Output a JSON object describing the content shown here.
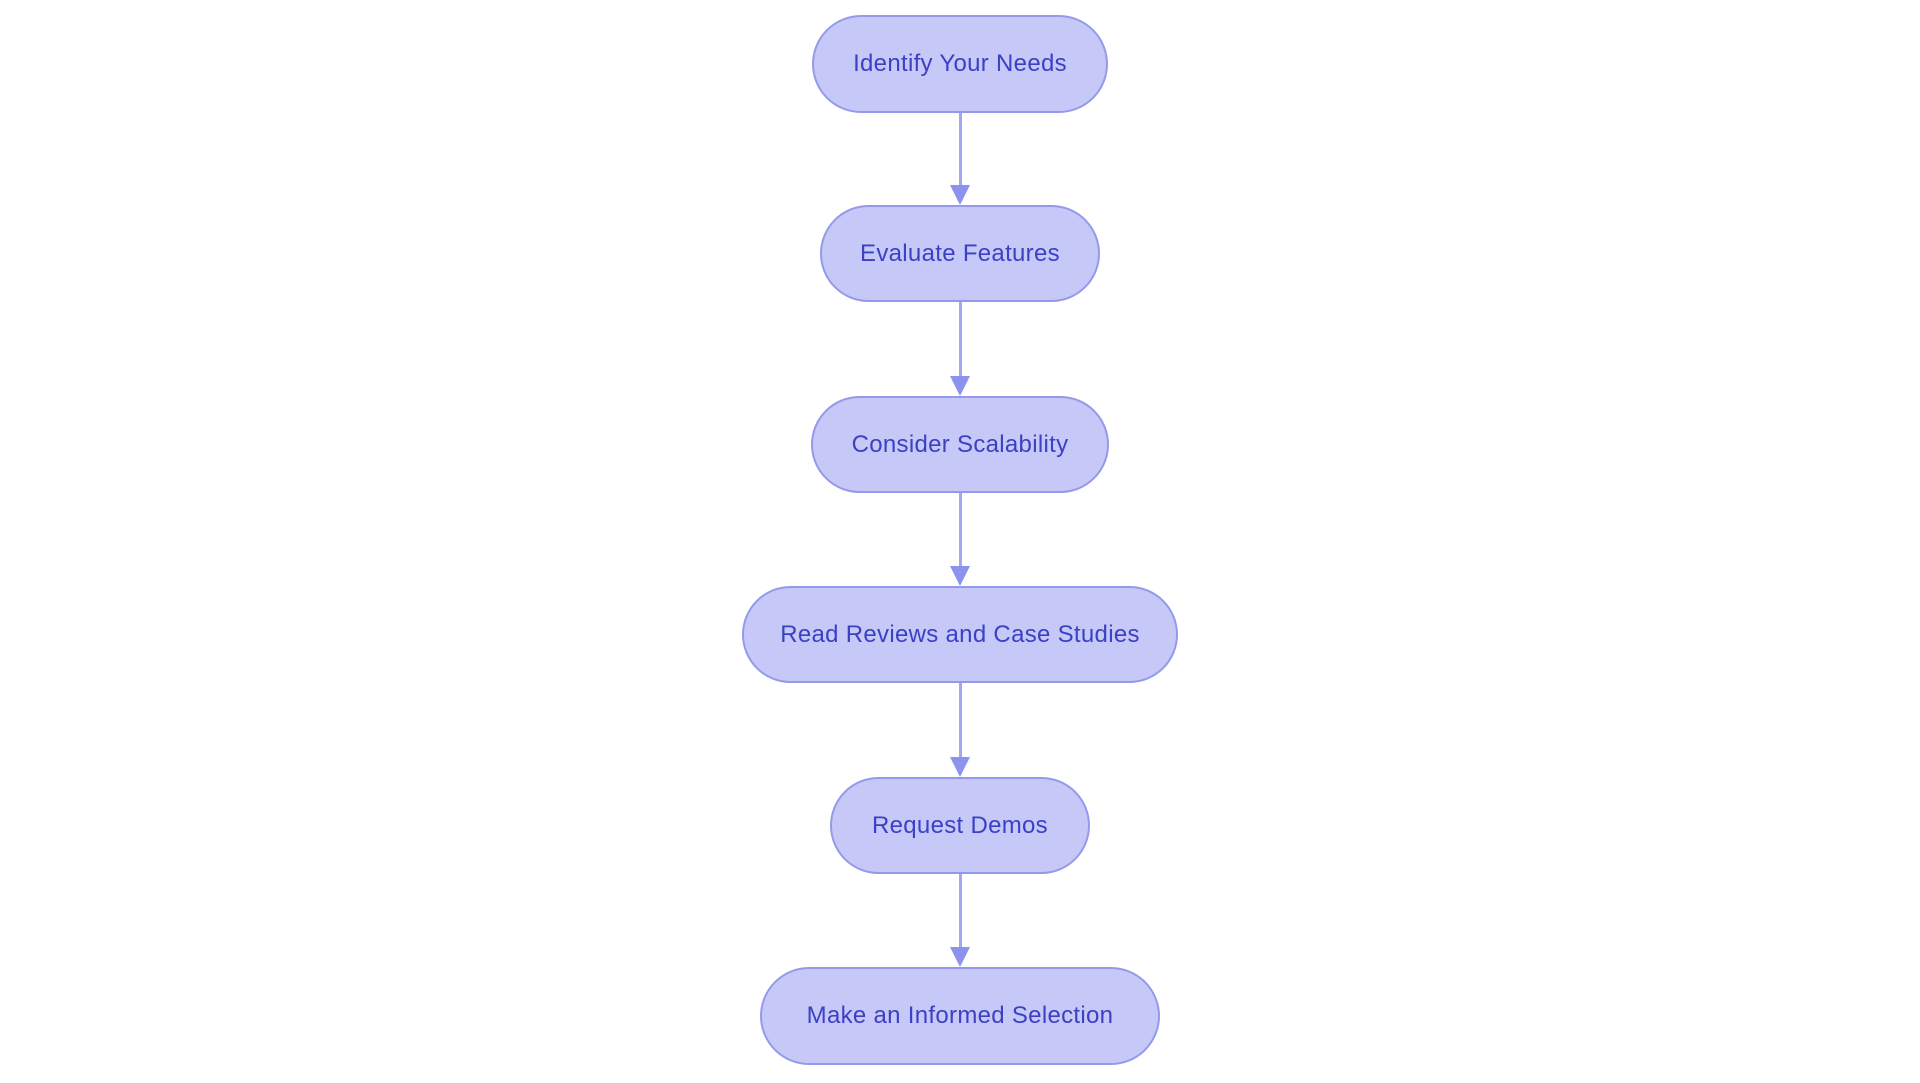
{
  "flowchart": {
    "type": "vertical-flowchart",
    "nodes": [
      {
        "id": 1,
        "label": "Identify Your Needs"
      },
      {
        "id": 2,
        "label": "Evaluate Features"
      },
      {
        "id": 3,
        "label": "Consider Scalability"
      },
      {
        "id": 4,
        "label": "Read Reviews and Case Studies"
      },
      {
        "id": 5,
        "label": "Request Demos"
      },
      {
        "id": 6,
        "label": "Make an Informed Selection"
      }
    ],
    "edges": [
      {
        "from": "Identify Your Needs",
        "to": "Evaluate Features"
      },
      {
        "from": "Evaluate Features",
        "to": "Consider Scalability"
      },
      {
        "from": "Consider Scalability",
        "to": "Read Reviews and Case Studies"
      },
      {
        "from": "Read Reviews and Case Studies",
        "to": "Request Demos"
      },
      {
        "from": "Request Demos",
        "to": "Make an Informed Selection"
      }
    ],
    "colors": {
      "background": "#ffffff",
      "node_fill": "#c6c9f8",
      "node_border": "#949ae9",
      "node_text": "#3b40c4",
      "arrow_line": "#a1a7f2",
      "arrow_head": "#8b93ee"
    }
  }
}
